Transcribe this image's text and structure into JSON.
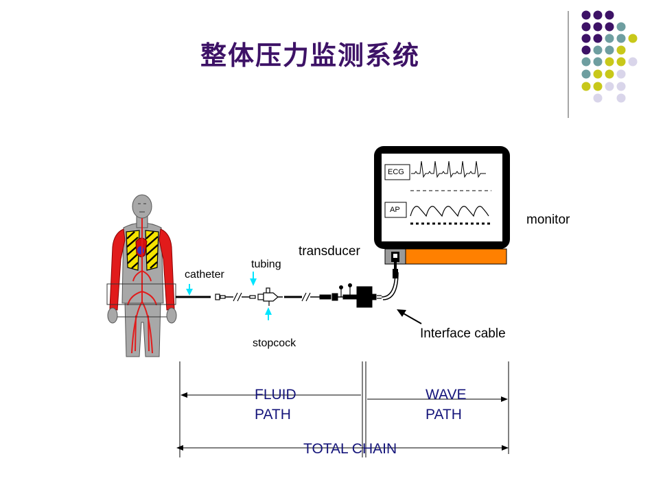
{
  "slide": {
    "title": "整体压力监测系统"
  },
  "labels": {
    "catheter": "catheter",
    "tubing": "tubing",
    "transducer": "transducer",
    "stopcock": "stopcock",
    "monitor": "monitor",
    "interface_cable": "Interface cable",
    "fluid_path_1": "FLUID",
    "fluid_path_2": "PATH",
    "wave_path_1": "WAVE",
    "wave_path_2": "PATH",
    "total_chain": "TOTAL CHAIN"
  },
  "monitor_screen": {
    "ecg_label": "ECG",
    "ap_label": "AP"
  },
  "colors": {
    "title": "#3d1266",
    "dot_purple": "#3d1266",
    "dot_teal": "#6e9ea0",
    "dot_yellow": "#c8c81a",
    "dot_lavender": "#d9d5ea",
    "arrow_cyan": "#00e5ff",
    "cable_bar": "#ff8000",
    "path_text": "#14147a"
  }
}
